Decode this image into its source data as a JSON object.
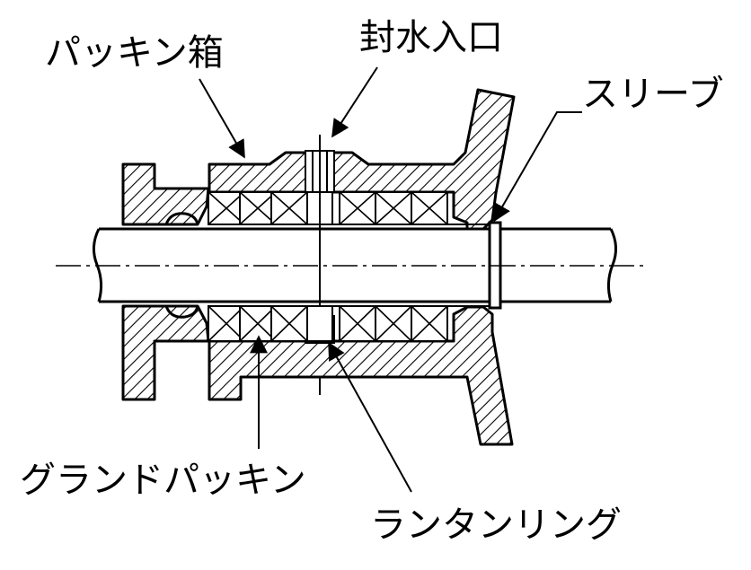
{
  "labels": {
    "packing_box": "パッキン箱",
    "seal_water_inlet": "封水入口",
    "sleeve": "スリーブ",
    "gland_packing": "グランドパッキン",
    "lantern_ring": "ランタンリング"
  }
}
